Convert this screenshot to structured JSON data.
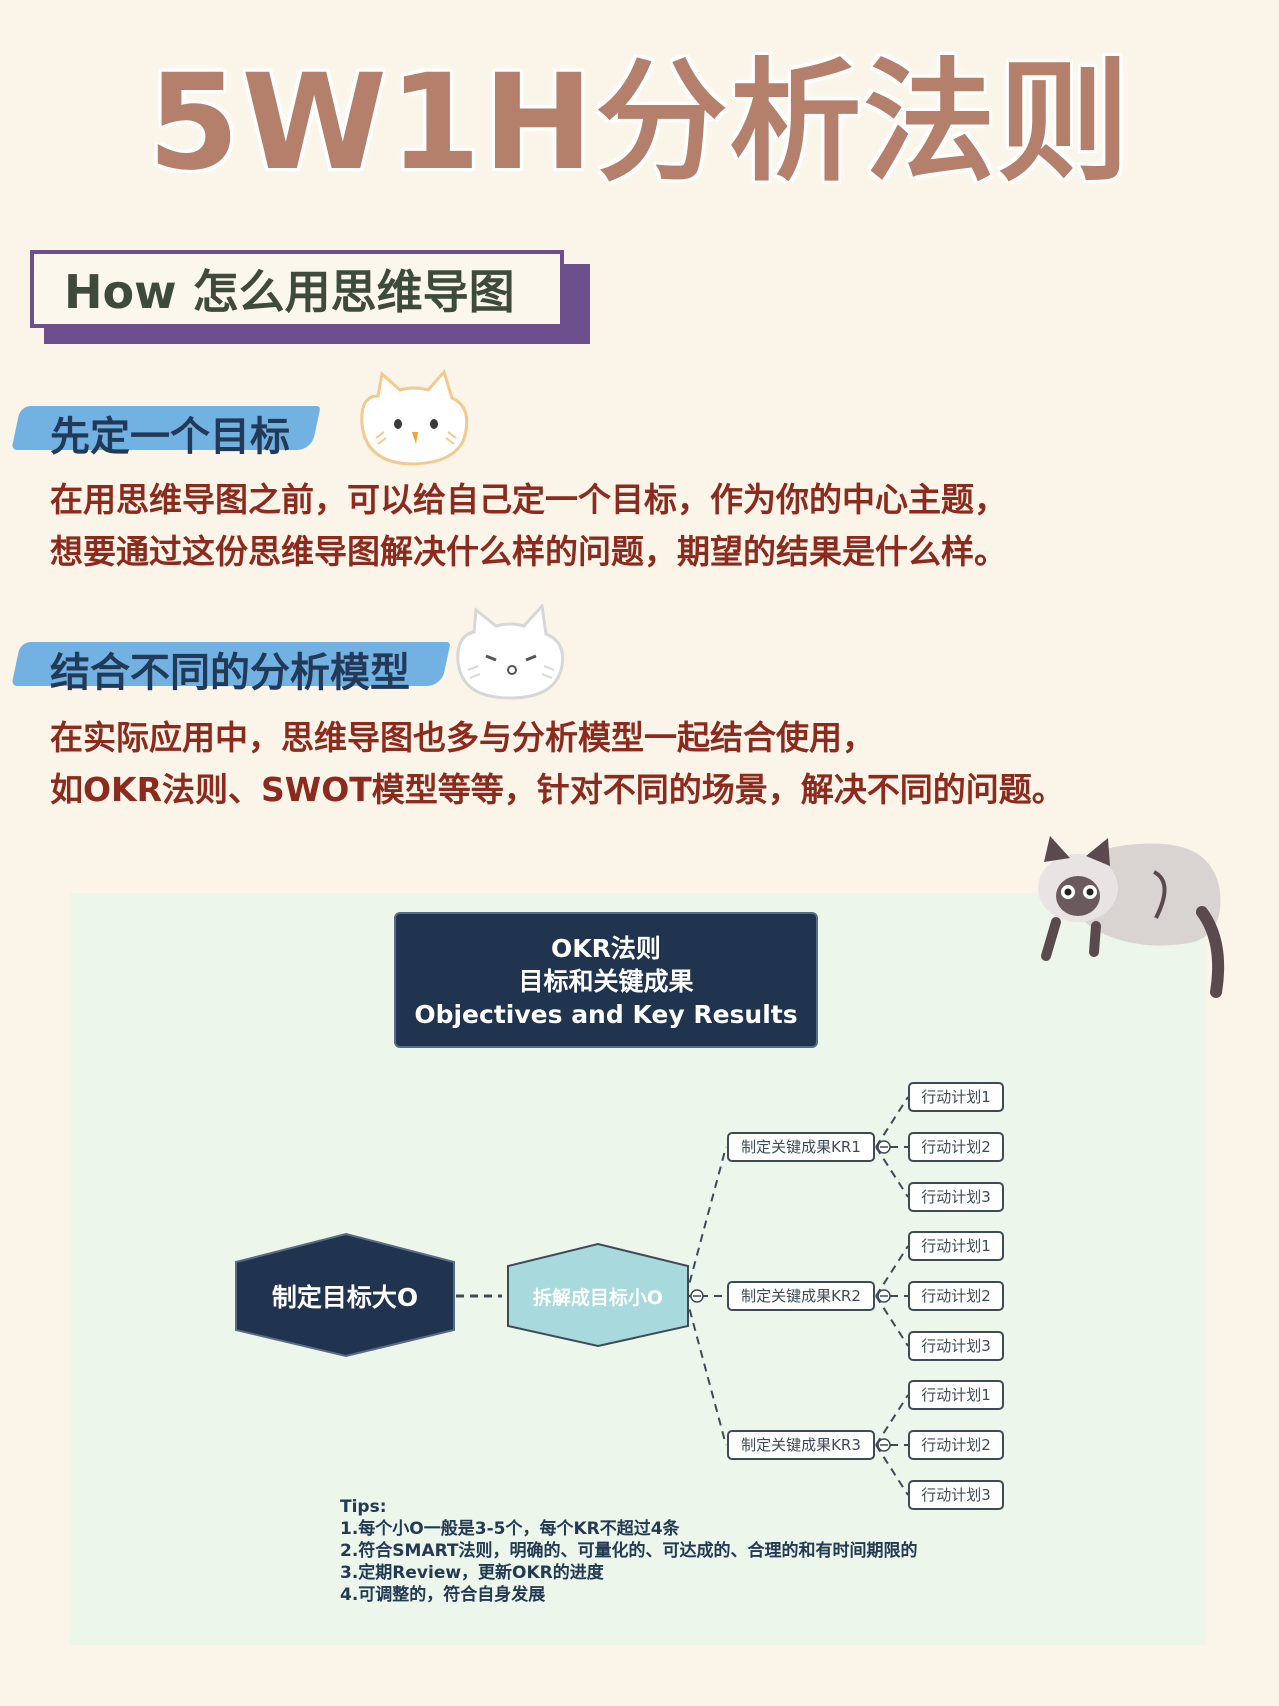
{
  "title": "5W1H分析法则",
  "section_banner": "How 怎么用思维导图",
  "sections": [
    {
      "heading": "先定一个目标",
      "lines": [
        "在用思维导图之前，可以给自己定一个目标，作为你的中心主题，",
        "想要通过这份思维导图解决什么样的问题，期望的结果是什么样。"
      ]
    },
    {
      "heading": "结合不同的分析模型",
      "lines": [
        "在实际应用中，思维导图也多与分析模型一起结合使用，",
        "如OKR法则、SWOT模型等等，针对不同的场景，解决不同的问题。"
      ]
    }
  ],
  "diagram": {
    "title_lines": [
      "OKR法则",
      "目标和关键成果",
      "Objectives and Key Results"
    ],
    "root": "制定目标大O",
    "sub": "拆解成目标小O",
    "krs": [
      {
        "label": "制定关键成果KR1",
        "actions": [
          "行动计划1",
          "行动计划2",
          "行动计划3"
        ]
      },
      {
        "label": "制定关键成果KR2",
        "actions": [
          "行动计划1",
          "行动计划2",
          "行动计划3"
        ]
      },
      {
        "label": "制定关键成果KR3",
        "actions": [
          "行动计划1",
          "行动计划2",
          "行动计划3"
        ]
      }
    ],
    "tips_title": "Tips:",
    "tips": [
      "1.每个小O一般是3-5个，每个KR不超过4条",
      "2.符合SMART法则，明确的、可量化的、可达成的、合理的和有时间期限的",
      "3.定期Review，更新OKR的进度",
      "4.可调整的，符合自身发展"
    ]
  },
  "colors": {
    "background": "#faf5e8",
    "title": "#b47f6b",
    "banner_border": "#6e4f8e",
    "heading_brush": "#6aaee3",
    "paragraph": "#8c2a1e",
    "navy": "#21344f",
    "teal": "#a8d9dc",
    "panel": "#ecf6ea"
  }
}
